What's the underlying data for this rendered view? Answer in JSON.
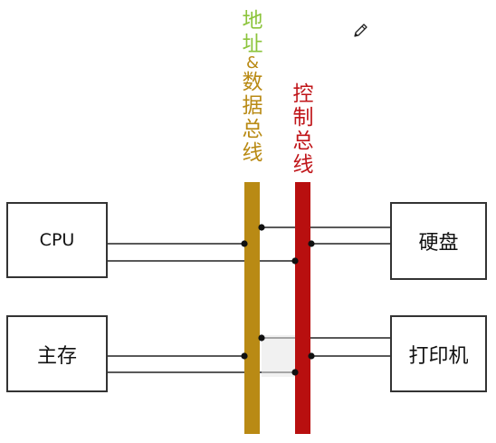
{
  "bus_labels": {
    "address_data": {
      "line1": "地",
      "line2": "址",
      "amp": "&",
      "line3": "数",
      "line4": "据",
      "line5": "总",
      "line6": "线"
    },
    "control": {
      "line1": "控",
      "line2": "制",
      "line3": "总",
      "line4": "线"
    }
  },
  "components": {
    "cpu": "CPU",
    "main_memory": "主存",
    "hard_disk": "硬盘",
    "printer": "打印机"
  },
  "colors": {
    "address_data_bus": "#b98a14",
    "control_bus": "#b80f0f",
    "label_green": "#8cc43c",
    "label_gold": "#b98a14",
    "label_red": "#c0161a"
  }
}
